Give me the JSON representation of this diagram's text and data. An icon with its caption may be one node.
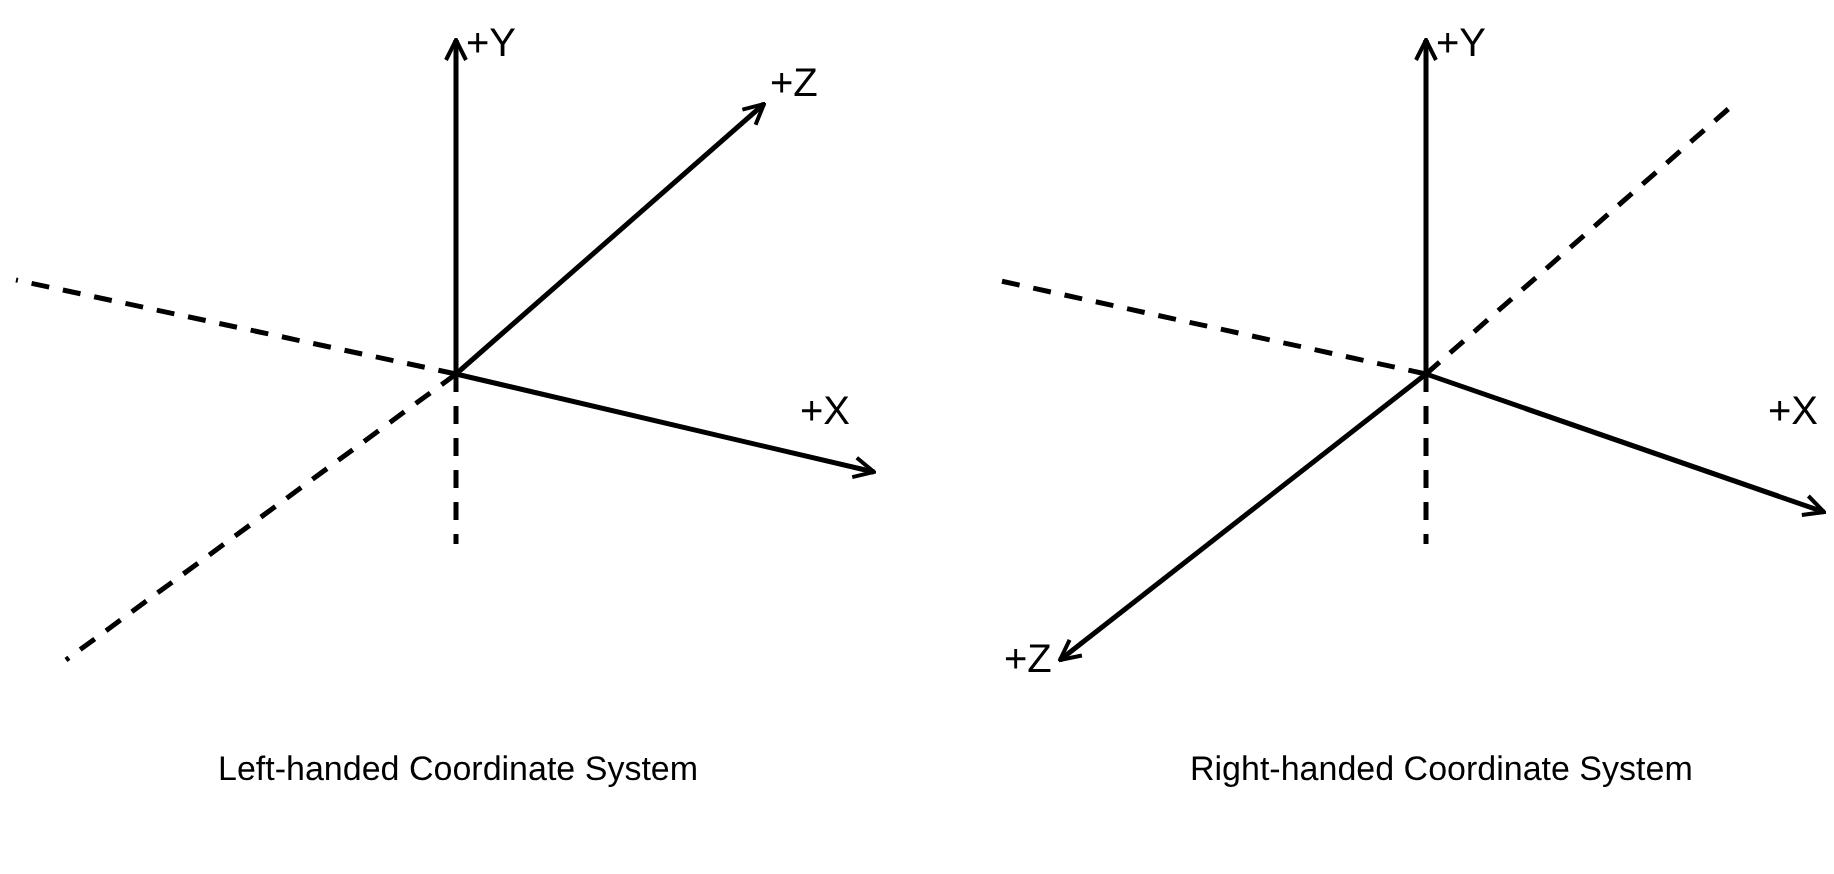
{
  "diagram": {
    "labels": [
      "+Y",
      "+Z",
      "+X",
      "Left-handed Coordinate System",
      "+Y",
      "+X",
      "+Z",
      "Right-handed Coordinate System"
    ]
  }
}
